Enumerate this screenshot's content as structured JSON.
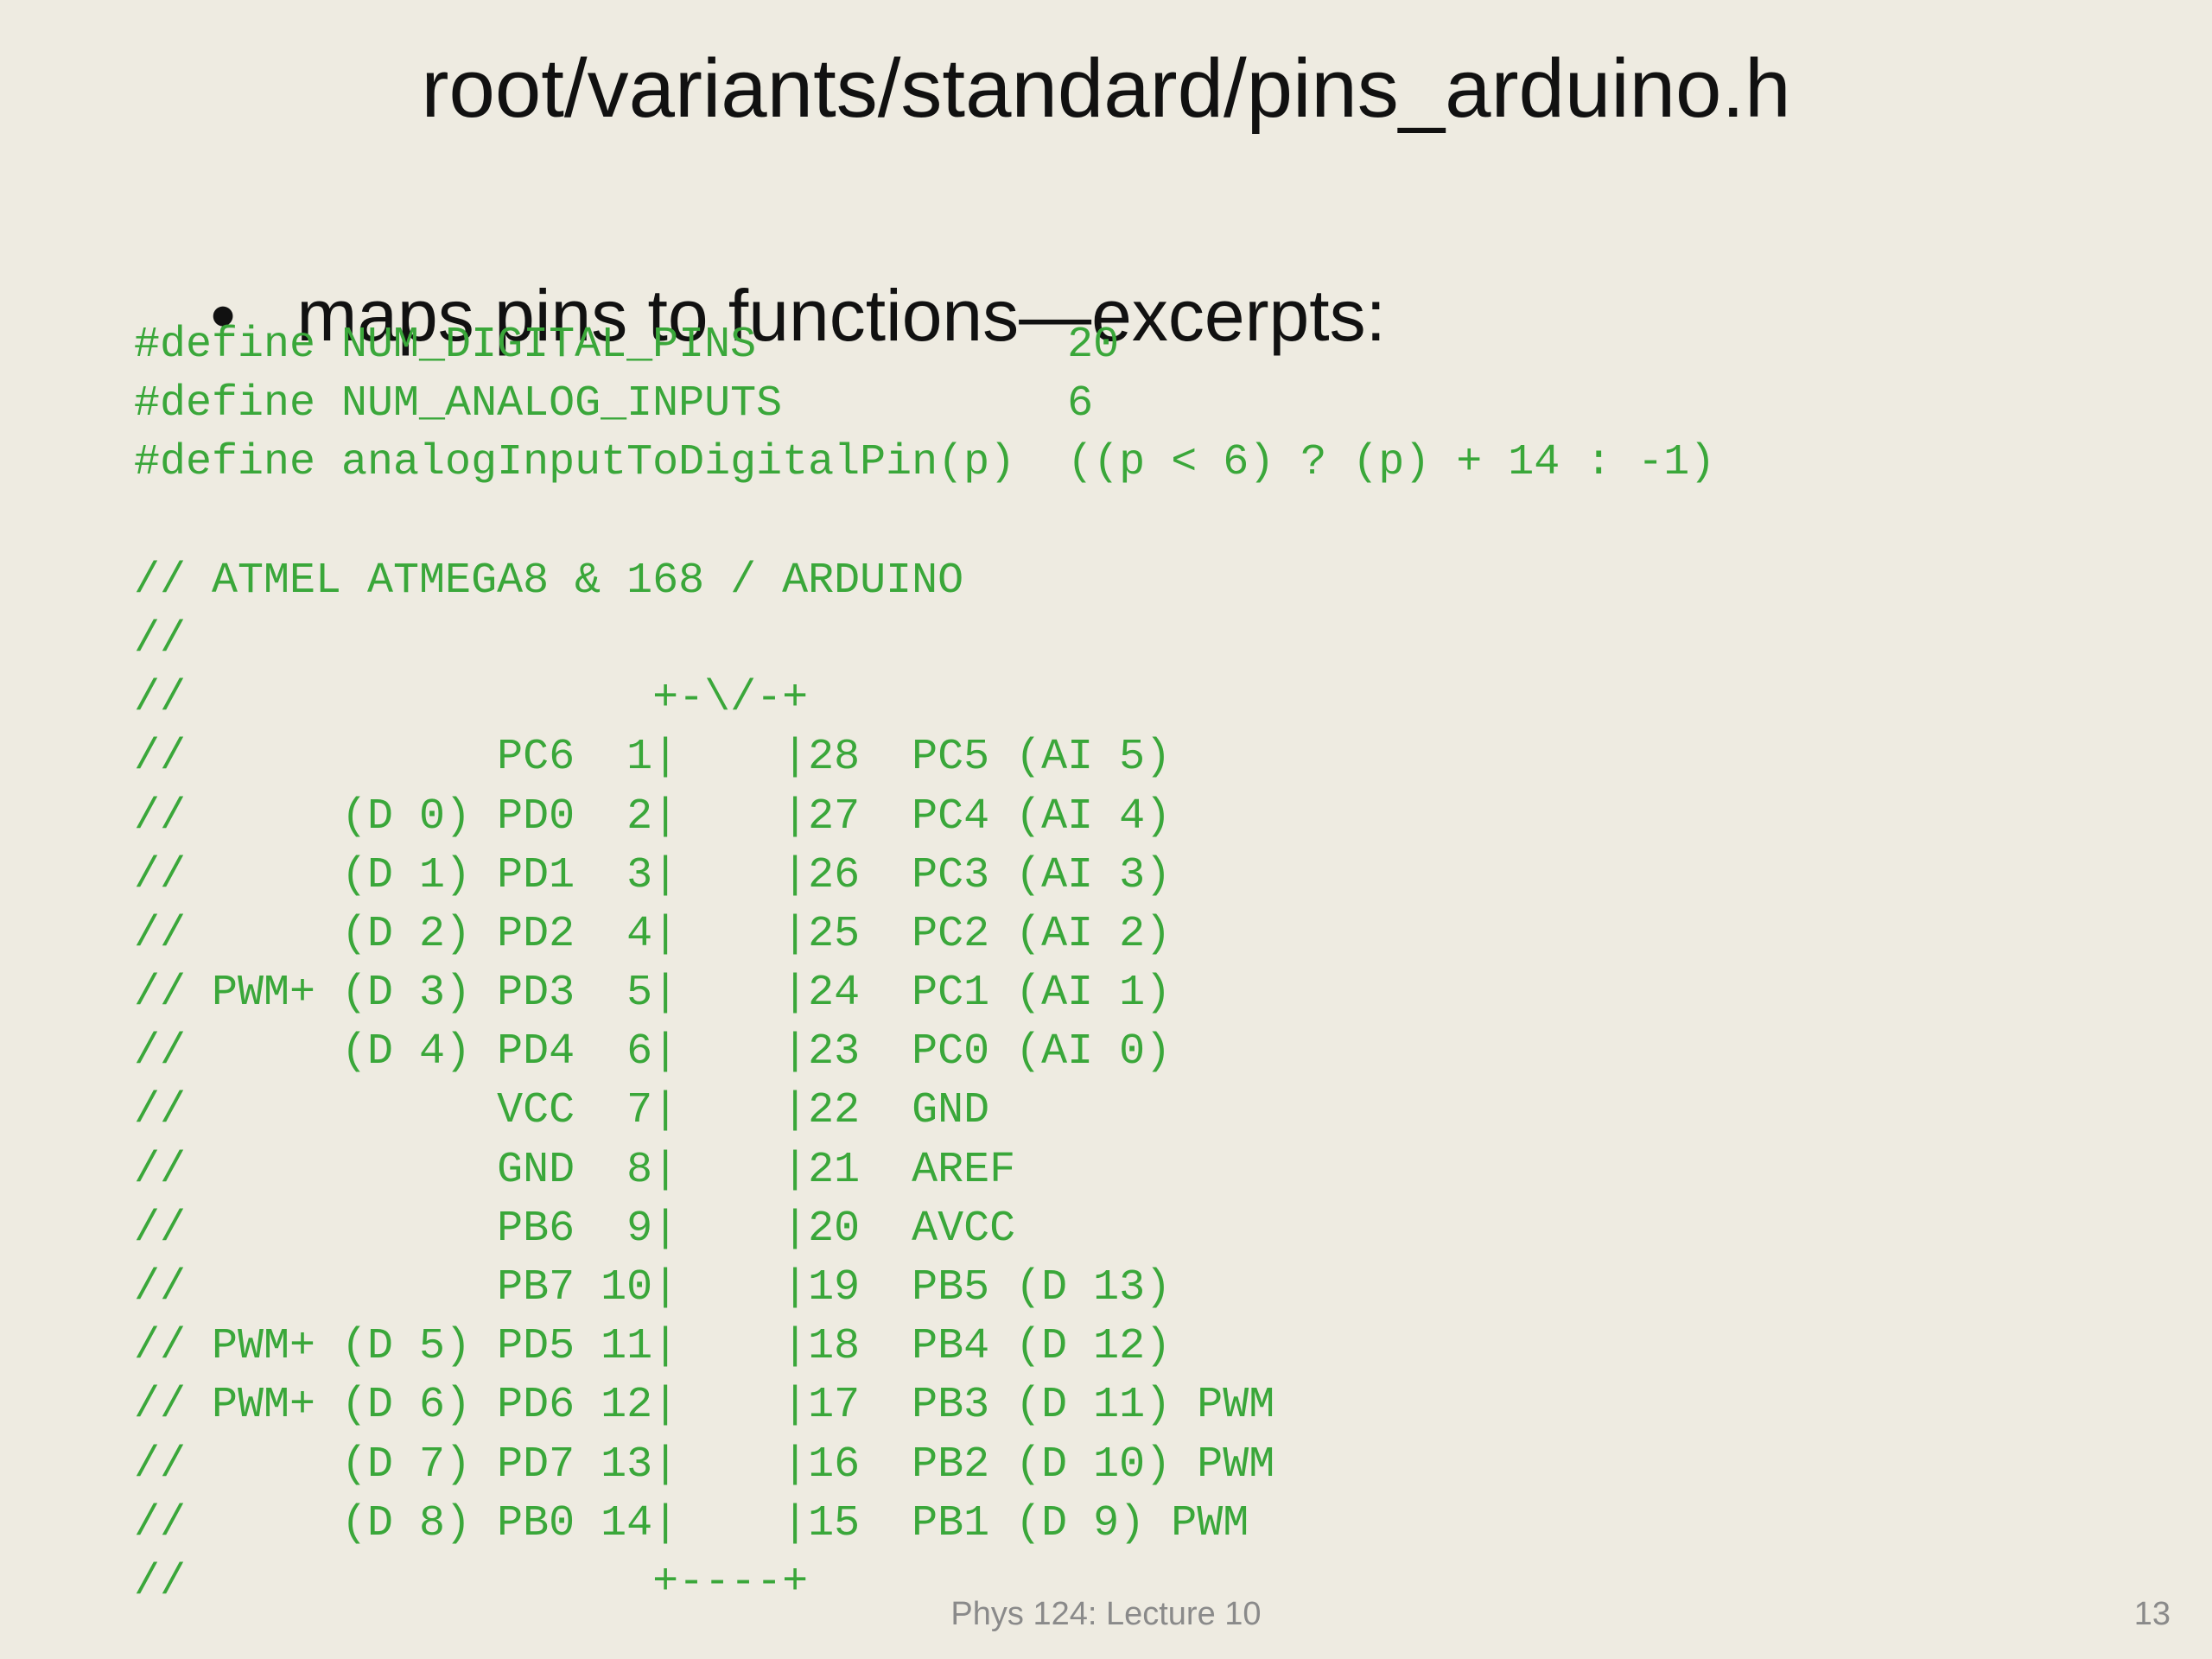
{
  "slide": {
    "title": "root/variants/standard/pins_arduino.h",
    "bullet_symbol": "•",
    "bullet_text": "maps pins to functions—excerpts:",
    "code_lines": [
      "#define NUM_DIGITAL_PINS            20",
      "#define NUM_ANALOG_INPUTS           6",
      "#define analogInputToDigitalPin(p)  ((p < 6) ? (p) + 14 : -1)",
      "",
      "// ATMEL ATMEGA8 & 168 / ARDUINO",
      "//",
      "//                  +-\\/-+",
      "//            PC6  1|    |28  PC5 (AI 5)",
      "//      (D 0) PD0  2|    |27  PC4 (AI 4)",
      "//      (D 1) PD1  3|    |26  PC3 (AI 3)",
      "//      (D 2) PD2  4|    |25  PC2 (AI 2)",
      "// PWM+ (D 3) PD3  5|    |24  PC1 (AI 1)",
      "//      (D 4) PD4  6|    |23  PC0 (AI 0)",
      "//            VCC  7|    |22  GND",
      "//            GND  8|    |21  AREF",
      "//            PB6  9|    |20  AVCC",
      "//            PB7 10|    |19  PB5 (D 13)",
      "// PWM+ (D 5) PD5 11|    |18  PB4 (D 12)",
      "// PWM+ (D 6) PD6 12|    |17  PB3 (D 11) PWM",
      "//      (D 7) PD7 13|    |16  PB2 (D 10) PWM",
      "//      (D 8) PB0 14|    |15  PB1 (D 9) PWM",
      "//                  +----+"
    ],
    "footer": "Phys 124: Lecture 10",
    "page_number": "13",
    "colors": {
      "background": "#EEEBE1",
      "code_text": "#3AA73A",
      "heading_text": "#111111",
      "footer_text": "#8A8A8A"
    }
  }
}
